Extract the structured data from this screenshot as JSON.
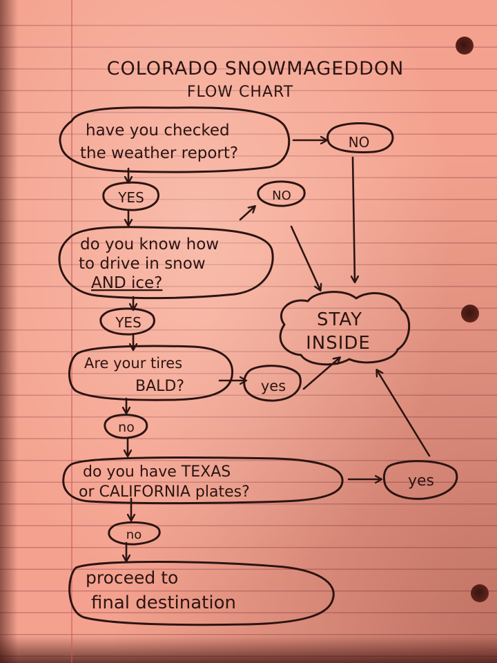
{
  "title_line_1": "COLORADO SNOWMAGEDDON",
  "title_line_2": "FLOW CHART",
  "nodes": {
    "weather": {
      "line1": "have you checked",
      "line2": "the weather report?"
    },
    "drive": {
      "line1": "do you know how",
      "line2": "to drive in snow",
      "line3": "AND ice?"
    },
    "tires": {
      "line1": "Are your tires",
      "line2": "BALD?"
    },
    "plates": {
      "line1": "do you have TEXAS",
      "line2": "or CALIFORNIA plates?"
    },
    "proceed": {
      "line1": "proceed to",
      "line2": "final destination"
    },
    "stay_inside": {
      "line1": "STAY",
      "line2": "INSIDE"
    }
  },
  "answers": {
    "weather_no": "NO",
    "weather_yes": "YES",
    "drive_no": "NO",
    "drive_yes": "YES",
    "tires_yes": "yes",
    "tires_no": "no",
    "plates_yes": "yes",
    "plates_no": "no"
  },
  "colors": {
    "paper": "#f4a28f",
    "ink": "#2b1412",
    "rule_lines": "#96464b"
  }
}
